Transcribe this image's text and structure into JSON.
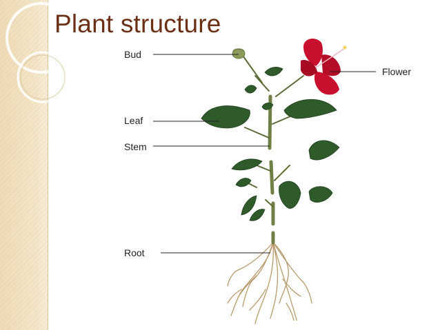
{
  "slide": {
    "title": "Plant structure"
  },
  "diagram": {
    "labels": {
      "bud": "Bud",
      "flower": "Flower",
      "leaf": "Leaf",
      "stem": "Stem",
      "root": "Root"
    }
  },
  "colors": {
    "title": "#6b2f16",
    "side_strip": "#efdcb7",
    "flower_red": "#c8102e",
    "leaf_green": "#2f5a2a",
    "stem_green": "#6f7f45",
    "root_tan": "#b79a6c"
  }
}
